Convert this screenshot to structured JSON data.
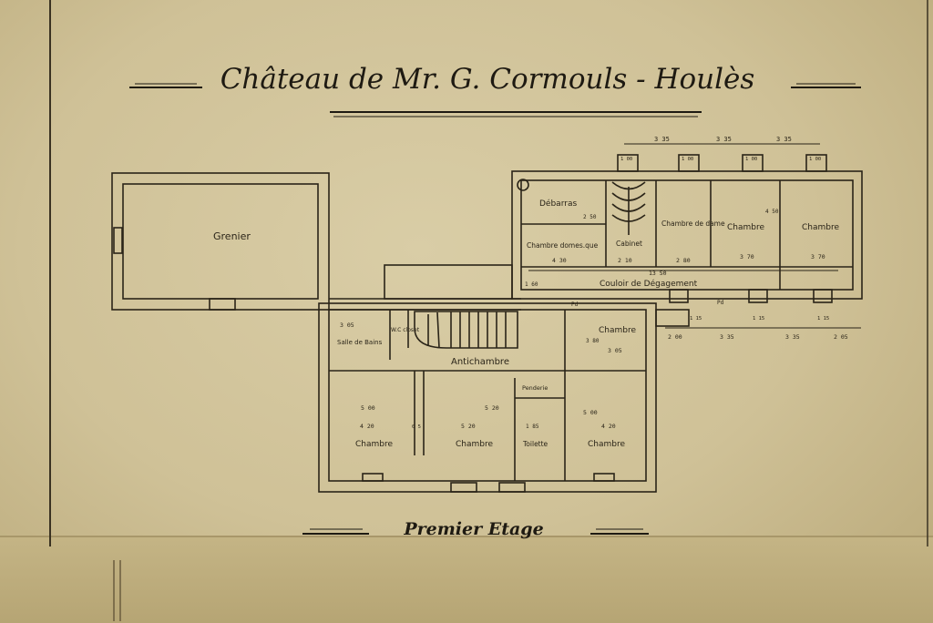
{
  "title": "Château de Mr. G. Cormouls - Houlès",
  "subtitle": "Premier Etage",
  "rooms": {
    "grenier": "Grenier",
    "debarras": "Débarras",
    "chambre_domestique": "Chambre domes.que",
    "cabinet": "Cabinet",
    "chambre_dame": "Chambre de dame",
    "chambre_1": "Chambre",
    "chambre_2": "Chambre",
    "couloir": "Couloir de Dégagement",
    "salle_bains": "Salle de Bains",
    "closet": "W.C closet",
    "antichambre": "Antichambre",
    "chambre_3": "Chambre",
    "penderie": "Penderie",
    "chambre_4": "Chambre",
    "chambre_5": "Chambre",
    "toilette": "Toilette",
    "chambre_6": "Chambre"
  },
  "dimensions": {
    "top_1": "3 35",
    "top_2": "3 35",
    "top_3": "3 35",
    "win_1": "1 00",
    "win_2": "1 00",
    "win_3": "1 00",
    "win_4": "1 00",
    "debarras_h": "2 50",
    "dom_w": "4 30",
    "cab_w": "2 10",
    "dame_w": "2 80",
    "ch1_w": "3 70",
    "ch2_w": "3 70",
    "r1_h": "4 50",
    "couloir_len": "13 50",
    "couloir_w": "1 60",
    "sdb_w": "3 05",
    "ch3_h": "3 80",
    "ch3_w": "3 05",
    "bot_1": "2 00",
    "bot_2": "3 35",
    "bot_3": "3 35",
    "bot_4": "2 05",
    "bw_1": "1 15",
    "bw_2": "1 15",
    "bw_3": "1 15",
    "ch4_h": "5 00",
    "ch4_w": "4 20",
    "ch5_h": "5 20",
    "ch5_w": "5 20",
    "toi_w": "1 85",
    "ch6_h": "5 00",
    "ch6_w": "4 20",
    "gap": "0 5",
    "pd_1": "Pd",
    "pd_2": "Pd"
  }
}
